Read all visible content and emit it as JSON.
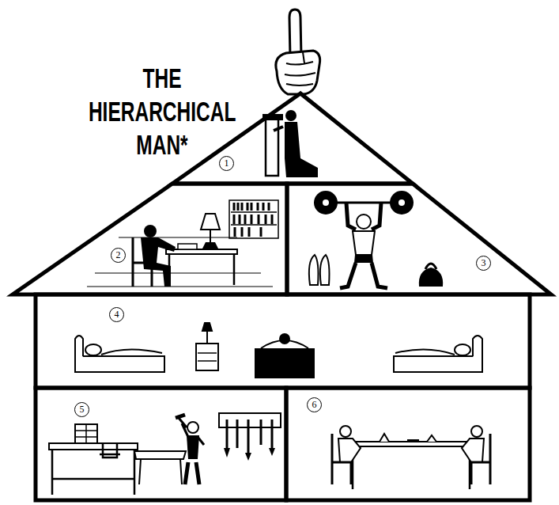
{
  "diagram": {
    "title": "THE HIERARCHICAL MAN*",
    "nodes": [
      {
        "text": [
          "1"
        ]
      },
      {
        "text": [
          "2"
        ]
      },
      {
        "text": [
          "3"
        ]
      },
      {
        "text": [
          "4"
        ]
      },
      {
        "text": [
          "5"
        ]
      },
      {
        "text": [
          "6"
        ]
      }
    ]
  }
}
